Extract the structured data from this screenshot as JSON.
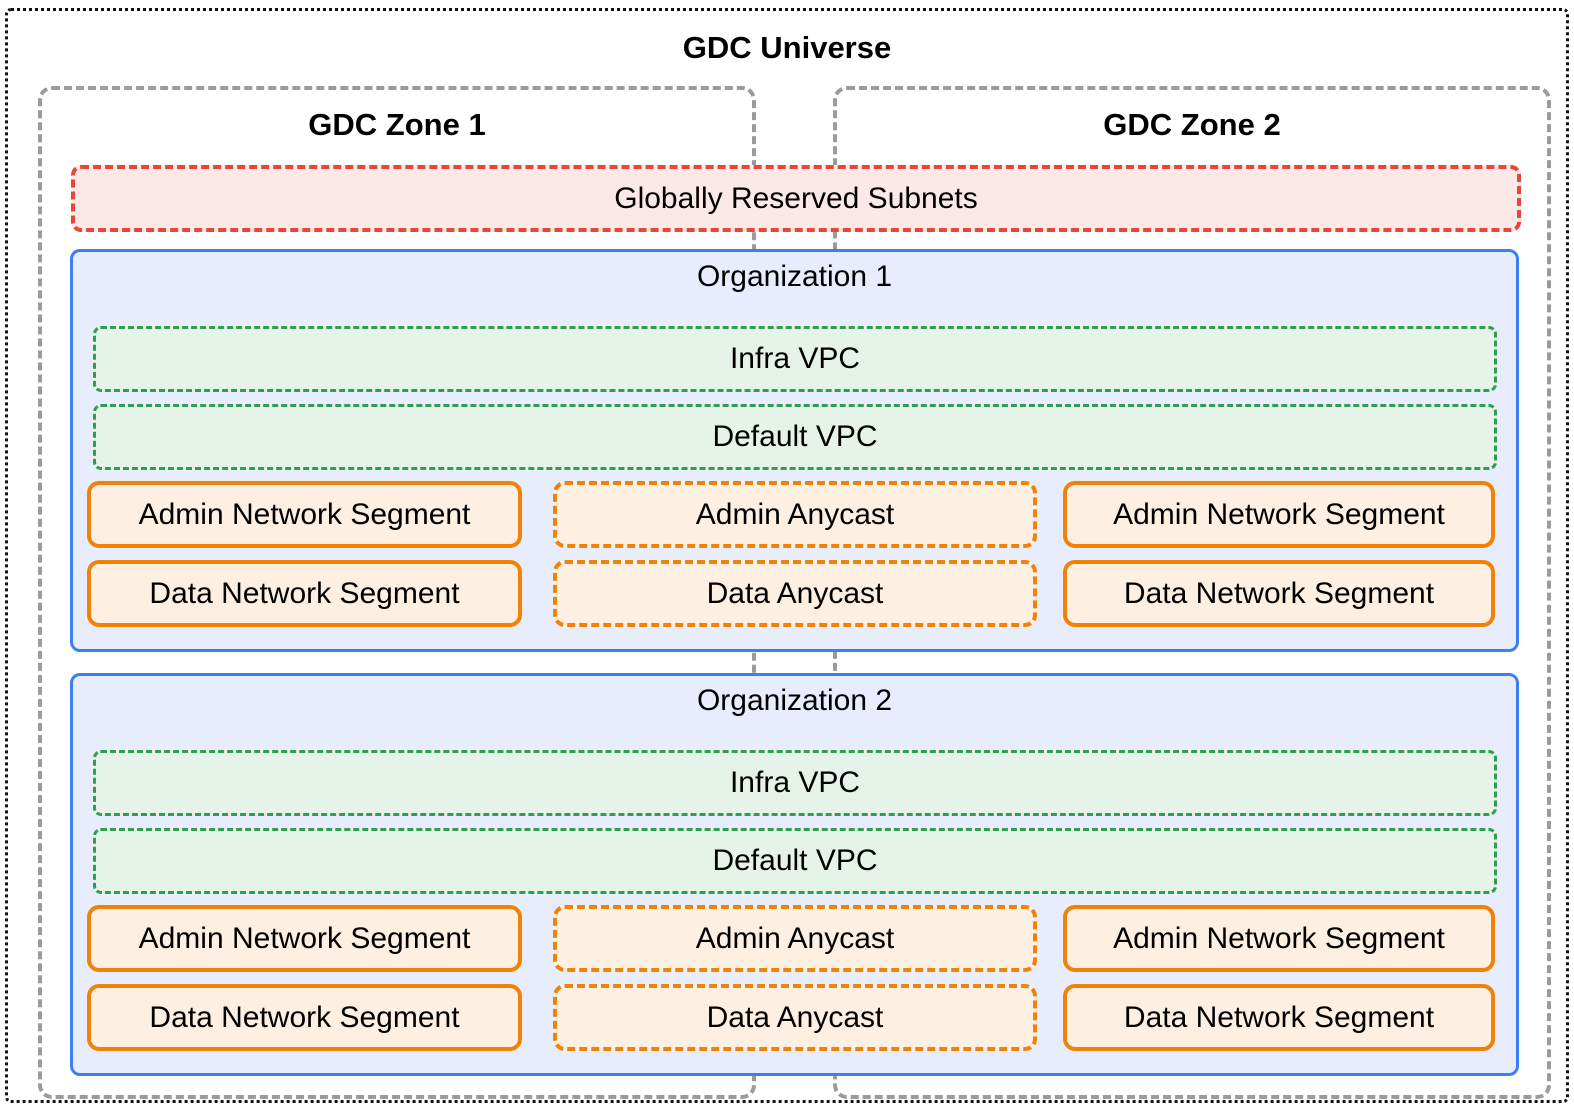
{
  "universe": {
    "title": "GDC Universe"
  },
  "zones": [
    {
      "title": "GDC Zone 1"
    },
    {
      "title": "GDC Zone 2"
    }
  ],
  "reserved_subnets": {
    "label": "Globally Reserved Subnets"
  },
  "orgs": [
    {
      "title": "Organization 1",
      "vpcs": [
        {
          "label": "Infra VPC"
        },
        {
          "label": "Default VPC"
        }
      ],
      "rows": [
        {
          "left": "Admin Network Segment",
          "center": "Admin Anycast",
          "right": "Admin Network Segment"
        },
        {
          "left": "Data Network Segment",
          "center": "Data Anycast",
          "right": "Data Network Segment"
        }
      ]
    },
    {
      "title": "Organization 2",
      "vpcs": [
        {
          "label": "Infra VPC"
        },
        {
          "label": "Default VPC"
        }
      ],
      "rows": [
        {
          "left": "Admin Network Segment",
          "center": "Admin Anycast",
          "right": "Admin Network Segment"
        },
        {
          "left": "Data Network Segment",
          "center": "Data Anycast",
          "right": "Data Network Segment"
        }
      ]
    }
  ],
  "colors": {
    "outer_border": "#111111",
    "zone_border": "#9b9b9b",
    "reserved_border": "#e8463a",
    "reserved_fill": "#fbe9e7",
    "org_border": "#3d7ef0",
    "org_fill": "#e7edfd",
    "vpc_border": "#2f9e4d",
    "vpc_fill": "#e5f3e9",
    "segment_border": "#f08307",
    "segment_fill": "#fdefe2"
  }
}
